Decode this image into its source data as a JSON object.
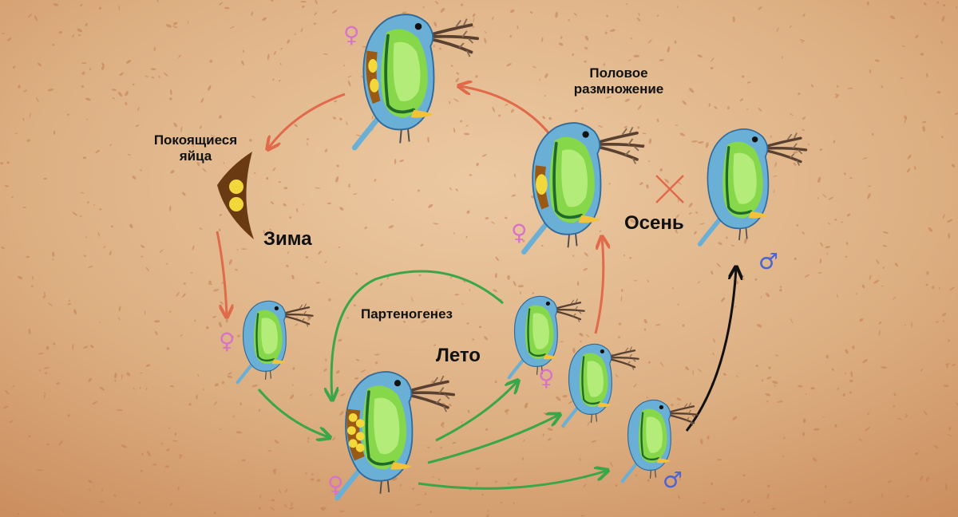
{
  "labels": {
    "resting_eggs_line1": "Покоящиеся",
    "resting_eggs_line2": "яйца",
    "sexual_line1": "Половое",
    "sexual_line2": "размножение",
    "winter": "Зима",
    "autumn": "Осень",
    "parthenogenesis": "Партеногенез",
    "summer": "Лето"
  },
  "symbols": {
    "female": "♀",
    "male": "♂"
  },
  "colors": {
    "female_symbol": "#d874c8",
    "male_symbol": "#4a63d8",
    "winter_arrow": "#e06a4a",
    "summer_arrow": "#3aa64a",
    "male_arrow": "#111111",
    "cross": "#e06a4a",
    "body": "#6aafd6",
    "body_outline": "#2f6a9a",
    "inner_green": "#86d84a",
    "inner_light": "#b4ec7a",
    "gut": "#1f6a2a",
    "egg": "#f2d83a",
    "brood": "#9a5a14",
    "antenna": "#5a4030",
    "background": "#d9a97c"
  }
}
